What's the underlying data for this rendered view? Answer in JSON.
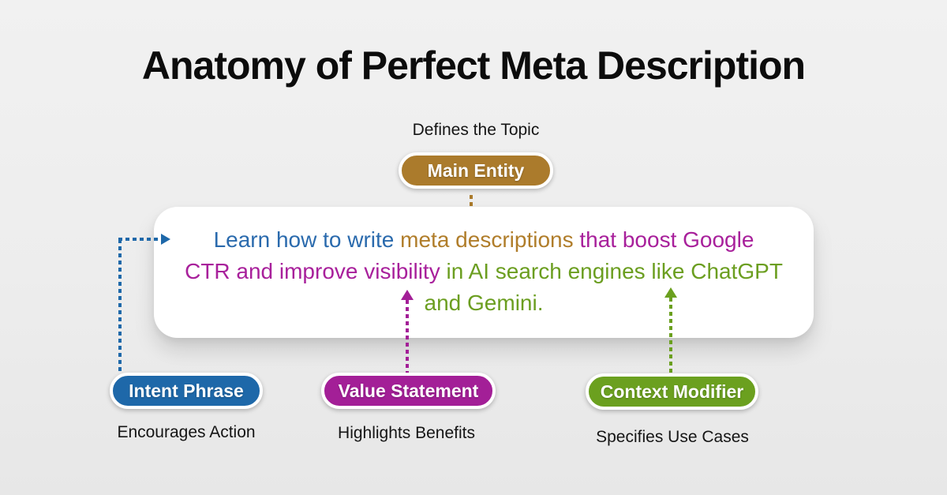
{
  "title": "Anatomy of Perfect Meta Description",
  "colors": {
    "background": "#ededed",
    "card": "#ffffff",
    "main_entity": "#ab7b2c",
    "intent_phrase": "#1e68a9",
    "value_statement": "#a31f97",
    "context_modifier": "#6ba01f",
    "text_blue": "#2a6aad",
    "text_gold": "#b07d2a",
    "text_magenta": "#a8209b",
    "text_green": "#6b9e20"
  },
  "main_entity": {
    "caption": "Defines the Topic",
    "label": "Main Entity"
  },
  "description": {
    "segments": {
      "intent": "Learn how to write ",
      "entity": "meta descriptions ",
      "value_a": "that boost Google",
      "value_b": "CTR and improve visibility ",
      "context_a": "in AI search engines like ChatGPT",
      "context_b": "and Gemini."
    }
  },
  "badges": {
    "intent": {
      "label": "Intent Phrase",
      "caption": "Encourages Action"
    },
    "value": {
      "label": "Value Statement",
      "caption": "Highlights Benefits"
    },
    "context": {
      "label": "Context Modifier",
      "caption": "Specifies Use Cases"
    }
  }
}
